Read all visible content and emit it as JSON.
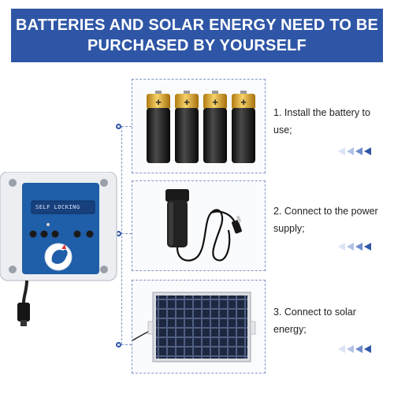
{
  "banner": {
    "line1": "BATTERIES AND SOLAR ENERGY NEED TO BE",
    "line2": "PURCHASED BY YOURSELF"
  },
  "steps": [
    {
      "text_line1": "1. Install the battery to",
      "text_line2": "use;"
    },
    {
      "text_line1": "2. Connect to the power",
      "text_line2": "supply;"
    },
    {
      "text_line1": "3. Connect to solar",
      "text_line2": "energy;"
    }
  ],
  "device": {
    "lcd": "SELF LOCKING"
  },
  "colors": {
    "brand": "#2f56a6",
    "dashed": "#7f93c4"
  }
}
